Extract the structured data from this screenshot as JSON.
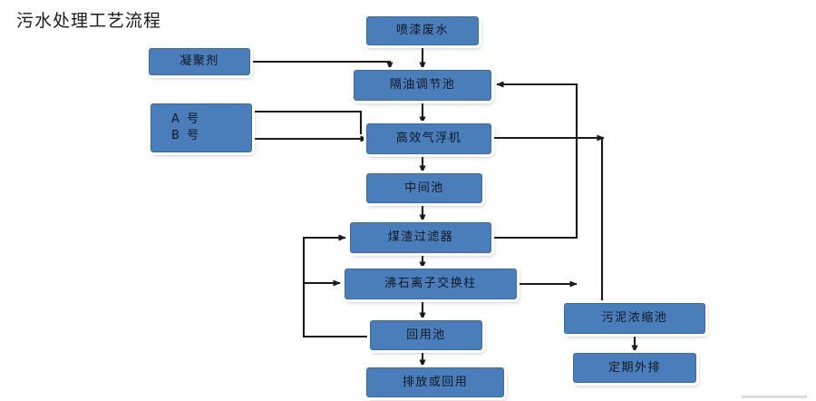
{
  "title": "污水处理工艺流程",
  "colors": {
    "node_fill": "#4a7ebb",
    "node_border": "#3b6ba5",
    "wire": "#1a1a1a",
    "text": "#11161f",
    "background": "#ffffff"
  },
  "nodes": {
    "paint_wastewater": {
      "label": "喷漆废水"
    },
    "coagulant": {
      "label": "凝聚剂"
    },
    "oil_separation_tank": {
      "label": "隔油调节池"
    },
    "dosing_ab": {
      "line1": "A 号",
      "line2": "B 号"
    },
    "air_flotation": {
      "label": "高效气浮机"
    },
    "intermediate_tank": {
      "label": "中间池"
    },
    "cinder_filter": {
      "label": "煤渣过滤器"
    },
    "zeolite_ion_exchange": {
      "label": "沸石离子交换柱"
    },
    "reuse_tank": {
      "label": "回用池"
    },
    "discharge_or_reuse": {
      "label": "排放或回用"
    },
    "sludge_thickening_tank": {
      "label": "污泥浓缩池"
    },
    "periodic_discharge": {
      "label": "定期外排"
    }
  },
  "flow_edges": [
    {
      "from": "paint_wastewater",
      "to": "oil_separation_tank",
      "kind": "down-arrow"
    },
    {
      "from": "coagulant",
      "to": "oil_separation_tank",
      "kind": "right-arrow"
    },
    {
      "from": "oil_separation_tank",
      "to": "air_flotation",
      "kind": "down-arrow"
    },
    {
      "from": "dosing_ab",
      "to": "air_flotation",
      "kind": "right-arrow"
    },
    {
      "from": "air_flotation",
      "to": "intermediate_tank",
      "kind": "down-arrow"
    },
    {
      "from": "intermediate_tank",
      "to": "cinder_filter",
      "kind": "down-arrow"
    },
    {
      "from": "cinder_filter",
      "to": "zeolite_ion_exchange",
      "kind": "down-arrow"
    },
    {
      "from": "zeolite_ion_exchange",
      "to": "reuse_tank",
      "kind": "down-arrow"
    },
    {
      "from": "reuse_tank",
      "to": "discharge_or_reuse",
      "kind": "down-arrow"
    },
    {
      "from": "reuse_tank",
      "to": "cinder_filter",
      "kind": "backwash-return-left"
    },
    {
      "from": "reuse_tank",
      "to": "zeolite_ion_exchange",
      "kind": "backwash-return-left"
    },
    {
      "from": "cinder_filter",
      "to": "oil_separation_tank",
      "kind": "backwash-return-right"
    },
    {
      "from": "zeolite_ion_exchange",
      "to": "oil_separation_tank",
      "kind": "backwash-return-right"
    },
    {
      "from": "air_flotation",
      "to": "sludge_thickening_tank",
      "kind": "sludge-right"
    },
    {
      "from": "sludge_thickening_tank",
      "to": "periodic_discharge",
      "kind": "down-arrow"
    }
  ]
}
